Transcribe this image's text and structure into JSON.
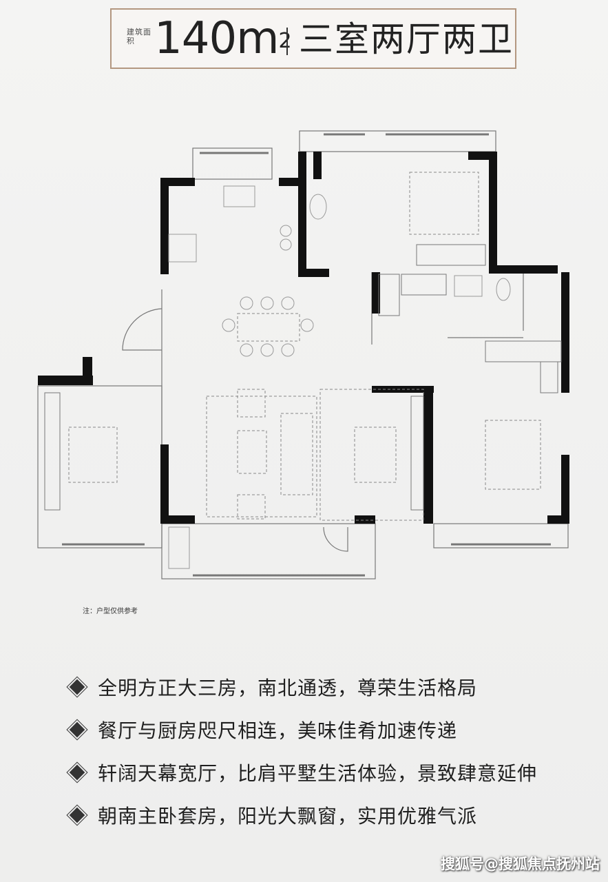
{
  "header": {
    "area_label": "建筑面积",
    "area_value": "140m",
    "area_unit_sup": "2",
    "layout_type": "三室两厅两卫"
  },
  "floorplan": {
    "note": "注：户型仅供参考"
  },
  "features": [
    {
      "text": "全明方正大三房，南北通透，尊荣生活格局"
    },
    {
      "text": "餐厅与厨房咫尺相连，美味佳肴加速传递"
    },
    {
      "text": "轩阔天幕宽厅，比肩平墅生活体验，景致肆意延伸"
    },
    {
      "text": "朝南主卧套房，阳光大飘窗，实用优雅气派"
    }
  ],
  "watermark": "搜狐号@搜狐焦点抚州站",
  "colors": {
    "frame": "#b39780",
    "wall": "#111111",
    "text": "#1f1f1f"
  }
}
